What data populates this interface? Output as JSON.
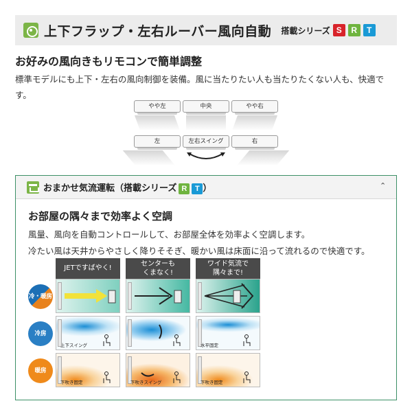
{
  "header": {
    "title": "上下フラップ・左右ルーバー風向自動",
    "series_label": "搭載シリーズ",
    "badges": [
      "S",
      "R",
      "T"
    ]
  },
  "intro": {
    "title": "お好みの風向きもリモコンで簡単調整",
    "description": "標準モデルにも上下・左右の風向制御を装備。風に当たりたい人も当たりたくない人も、快適です。"
  },
  "vane_diagram": {
    "top_row": [
      "やや左",
      "中央",
      "やや右"
    ],
    "bottom_row": [
      "左",
      "左右スイング",
      "右"
    ]
  },
  "panel": {
    "title": "おまかせ気流運転（搭載シリーズ",
    "title_close": "）",
    "badges": [
      "R",
      "T"
    ],
    "subtitle": "お部屋の隅々まで効率よく空調",
    "description_line1": "風量、風向を自動コントロールして、お部屋全体を効率よく空調します。",
    "description_line2": "冷たい風は天井からやさしく降りそそぎ、暖かい風は床面に沿って流れるので快適です。",
    "columns": [
      "JETですばやく!",
      "センターも\nくまなく!",
      "ワイド気流で\n隅々まで!"
    ],
    "rows": [
      {
        "label": "冷・暖房",
        "captions": [
          "",
          "",
          ""
        ]
      },
      {
        "label": "冷房",
        "captions": [
          "上下スイング",
          "",
          "水平固定"
        ]
      },
      {
        "label": "暖房",
        "captions": [
          "下吹き固定",
          "下吹きスイング",
          "下吹き固定"
        ]
      }
    ],
    "colors": {
      "teal": "#23a58f",
      "cool_blue": "#1c8fd6",
      "warm_orange": "#f08a1c",
      "jet_yellow": "#f2e23a"
    }
  }
}
